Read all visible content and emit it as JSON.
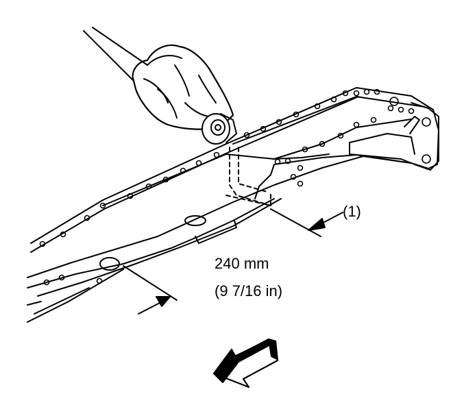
{
  "callout": {
    "label": "(1)"
  },
  "dimension": {
    "metric": "240 mm",
    "imperial": "(9 7/16 in)"
  },
  "colors": {
    "ink": "#000000",
    "paper": "#ffffff"
  },
  "icons": [
    "gloved-hand-icon",
    "cutoff-wheel-icon",
    "front-direction-arrow-icon"
  ]
}
